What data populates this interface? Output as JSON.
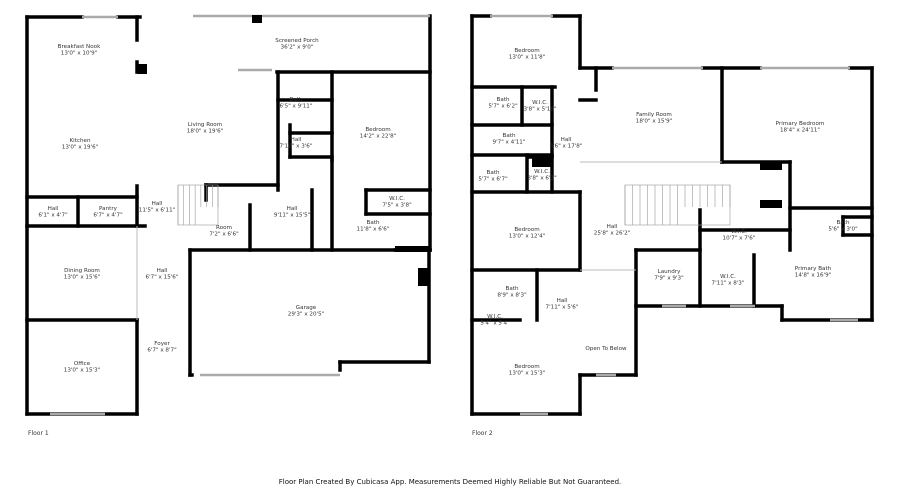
{
  "floor1": {
    "label": "Floor 1",
    "rooms": [
      {
        "name": "Breakfast Nook",
        "dims": "13'0\" x 10'9\""
      },
      {
        "name": "Screened Porch",
        "dims": "36'2\" x 9'0\""
      },
      {
        "name": "Living Room",
        "dims": "18'0\" x 19'6\""
      },
      {
        "name": "Bath",
        "dims": "6'5\" x 9'11\""
      },
      {
        "name": "Hall",
        "dims": "7'10\" x 3'6\""
      },
      {
        "name": "Bedroom",
        "dims": "14'2\" x 22'8\""
      },
      {
        "name": "Kitchen",
        "dims": "13'0\" x 19'6\""
      },
      {
        "name": "W.I.C.",
        "dims": "7'5\" x 3'8\""
      },
      {
        "name": "Hall",
        "dims": "6'1\" x 4'7\""
      },
      {
        "name": "Pantry",
        "dims": "6'7\" x 4'7\""
      },
      {
        "name": "Hall",
        "dims": "11'5\" x 6'11\""
      },
      {
        "name": "Hall",
        "dims": "9'11\" x 15'5\""
      },
      {
        "name": "Room",
        "dims": "7'2\" x 6'6\""
      },
      {
        "name": "Bath",
        "dims": "11'8\" x 6'6\""
      },
      {
        "name": "Dining Room",
        "dims": "13'0\" x 15'6\""
      },
      {
        "name": "Hall",
        "dims": "6'7\" x 15'6\""
      },
      {
        "name": "Garage",
        "dims": "29'3\" x 20'5\""
      },
      {
        "name": "Foyer",
        "dims": "6'7\" x 8'7\""
      },
      {
        "name": "Office",
        "dims": "13'0\" x 15'3\""
      }
    ]
  },
  "floor2": {
    "label": "Floor 2",
    "rooms": [
      {
        "name": "Bedroom",
        "dims": "13'0\" x 11'8\""
      },
      {
        "name": "Bath",
        "dims": "5'7\" x 6'2\""
      },
      {
        "name": "W.I.C.",
        "dims": "3'8\" x 5'10\""
      },
      {
        "name": "Bath",
        "dims": "9'7\" x 4'11\""
      },
      {
        "name": "Hall",
        "dims": "3'6\" x 17'8\""
      },
      {
        "name": "Family Room",
        "dims": "18'0\" x 15'9\""
      },
      {
        "name": "Primary Bedroom",
        "dims": "18'4\" x 24'11\""
      },
      {
        "name": "Bath",
        "dims": "5'7\" x 6'7\""
      },
      {
        "name": "W.I.C.",
        "dims": "3'8\" x 6'3\""
      },
      {
        "name": "Bedroom",
        "dims": "13'0\" x 12'4\""
      },
      {
        "name": "Hall",
        "dims": "25'8\" x 26'2\""
      },
      {
        "name": "W.I.C.",
        "dims": "10'7\" x 7'6\""
      },
      {
        "name": "Bath",
        "dims": "5'6\" x 3'0\""
      },
      {
        "name": "Laundry",
        "dims": "7'9\" x 9'3\""
      },
      {
        "name": "W.I.C.",
        "dims": "7'11\" x 8'3\""
      },
      {
        "name": "Primary Bath",
        "dims": "14'8\" x 16'9\""
      },
      {
        "name": "Bath",
        "dims": "8'9\" x 8'3\""
      },
      {
        "name": "Hall",
        "dims": "7'11\" x 5'6\""
      },
      {
        "name": "W.I.C.",
        "dims": "5'4\" x 5'4\""
      },
      {
        "name": "Open To Below",
        "dims": ""
      },
      {
        "name": "Bedroom",
        "dims": "13'0\" x 15'3\""
      }
    ]
  },
  "footer": "Floor Plan Created By Cubicasa App. Measurements Deemed Highly Reliable But Not Guaranteed."
}
